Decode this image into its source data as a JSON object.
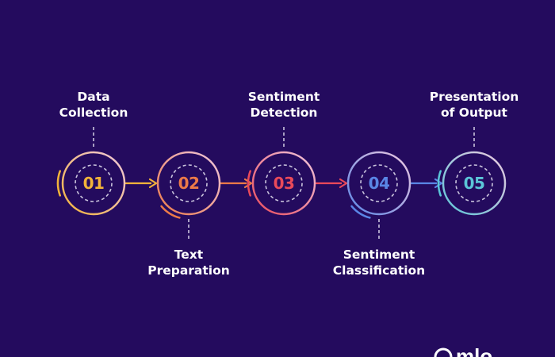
{
  "diagram": {
    "steps": [
      {
        "number": "01",
        "label": "Data\nCollection",
        "position": "above",
        "color": "#f2b33a"
      },
      {
        "number": "02",
        "label": "Text\nPreparation",
        "position": "below",
        "color": "#ec7a48"
      },
      {
        "number": "03",
        "label": "Sentiment\nDetection",
        "position": "above",
        "color": "#ea4a5a"
      },
      {
        "number": "04",
        "label": "Sentiment\nClassification",
        "position": "below",
        "color": "#5a86e6"
      },
      {
        "number": "05",
        "label": "Presentation\nof Output",
        "position": "above",
        "color": "#5bc6d8"
      }
    ],
    "connector_colors": [
      "#f2b33a",
      "#ec7a48",
      "#ea4a5a",
      "#5a86e6"
    ],
    "ring_color": "#efc8df",
    "dash_color": "#c9c3dc"
  },
  "logo": {
    "icon": "brand-logo-icon",
    "text": "mlo"
  }
}
